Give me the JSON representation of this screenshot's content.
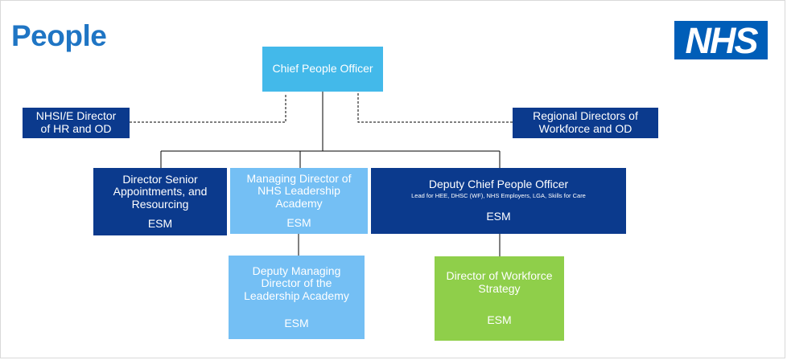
{
  "page": {
    "title": "People"
  },
  "logo": {
    "text": "NHS"
  },
  "chief": {
    "title": "Chief People Officer"
  },
  "nhsi": {
    "title": "NHSI/E Director of HR and OD"
  },
  "regional": {
    "title": "Regional Directors of Workforce and OD"
  },
  "senior": {
    "title": "Director Senior Appointments, and Resourcing",
    "grade": "ESM"
  },
  "leadership": {
    "title": "Managing Director of NHS Leadership Academy",
    "grade": "ESM"
  },
  "deputy_cpo": {
    "title": "Deputy Chief People Officer",
    "subtitle": "Lead for HEE, DHSC (WF), NHS Employers, LGA, Skills for Care",
    "grade": "ESM"
  },
  "deputy_md": {
    "title": "Deputy Managing Director of the Leadership Academy",
    "grade": "ESM"
  },
  "workforce": {
    "title": "Director of Workforce Strategy",
    "grade": "ESM"
  },
  "colors": {
    "dark_blue": "#0b3a8d",
    "light_blue": "#74bff4",
    "cyan": "#43b9ea",
    "green": "#8fcf4a",
    "title_blue": "#1f75c4",
    "nhs_blue": "#005eb8"
  }
}
